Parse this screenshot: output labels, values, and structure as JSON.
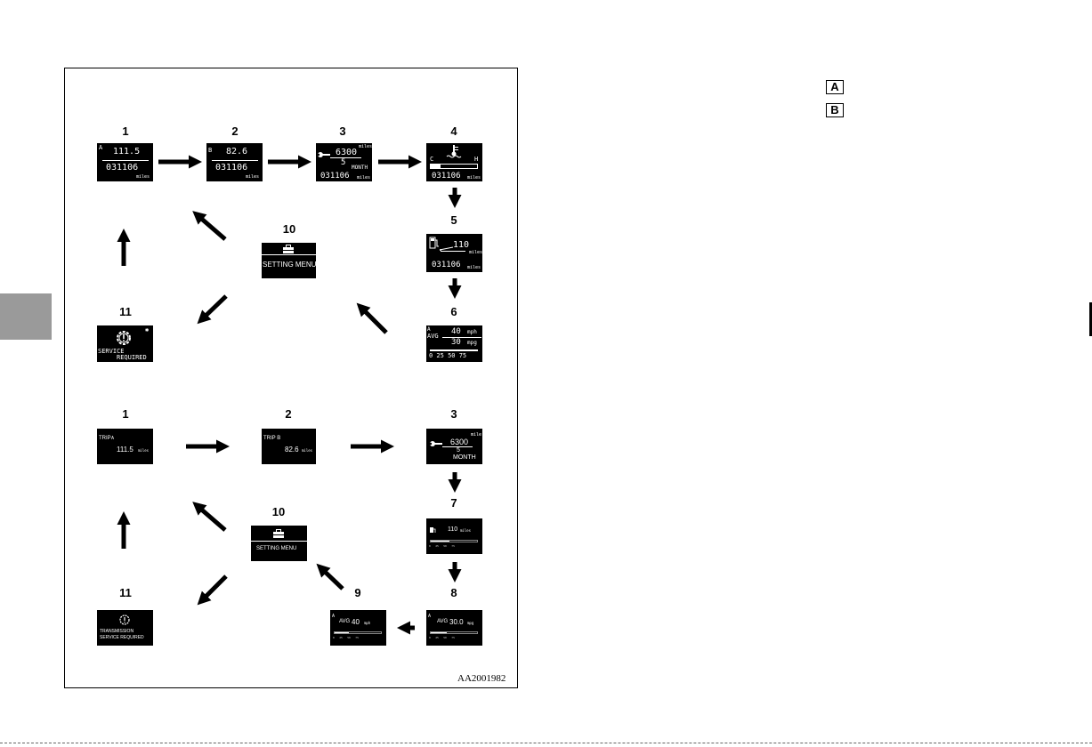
{
  "diagram_code": "AA2001982",
  "legend": [
    "A",
    "B"
  ],
  "section_a": {
    "labels": {
      "n1": "1",
      "n2": "2",
      "n3": "3",
      "n4": "4",
      "n5": "5",
      "n6": "6",
      "n10": "10",
      "n11": "11"
    },
    "screen1": {
      "value": "111.5",
      "odo": "031106",
      "unit": "miles"
    },
    "screen2": {
      "value": "82.6",
      "odo": "031106",
      "unit": "miles"
    },
    "screen3": {
      "miles_unit": "miles",
      "distance": "6300",
      "months": "5",
      "month_unit": "MONTH",
      "odo": "031106",
      "unit": "miles"
    },
    "screen4": {
      "cold": "C",
      "hot": "H",
      "odo": "031106",
      "unit": "miles"
    },
    "screen5": {
      "range": "110",
      "range_unit": "miles",
      "odo": "031106",
      "unit": "miles"
    },
    "screen6": {
      "avg_label": "AVG",
      "speed": "40",
      "speed_unit": "mph",
      "economy": "30",
      "economy_unit": "mpg",
      "scale": "0  25  50  75"
    },
    "screen10": {
      "title": "SETTING MENU"
    },
    "screen11": {
      "line1": "SERVICE",
      "line2": "REQUIRED"
    }
  },
  "section_b": {
    "labels": {
      "n1": "1",
      "n2": "2",
      "n3": "3",
      "n7": "7",
      "n8": "8",
      "n9": "9",
      "n10": "10",
      "n11": "11"
    },
    "screen1": {
      "trip": "TRIP",
      "value": "111.5",
      "unit": "miles"
    },
    "screen2": {
      "trip": "TRIP B",
      "value": "82.6",
      "unit": "miles"
    },
    "screen3": {
      "miles_unit": "mile",
      "distance": "6300",
      "months": "5",
      "month_unit": "MONTH"
    },
    "screen7": {
      "range": "110",
      "range_unit": "miles"
    },
    "screen8": {
      "avg_label": "AVG",
      "economy": "30.0",
      "economy_unit": "mpg"
    },
    "screen9": {
      "avg_label": "AVG",
      "speed": "40",
      "speed_unit": "mph"
    },
    "screen10": {
      "title": "SETTING MENU"
    },
    "screen11": {
      "line1": "TRANSMISSION",
      "line2": "SERVICE REQUIRED"
    }
  }
}
